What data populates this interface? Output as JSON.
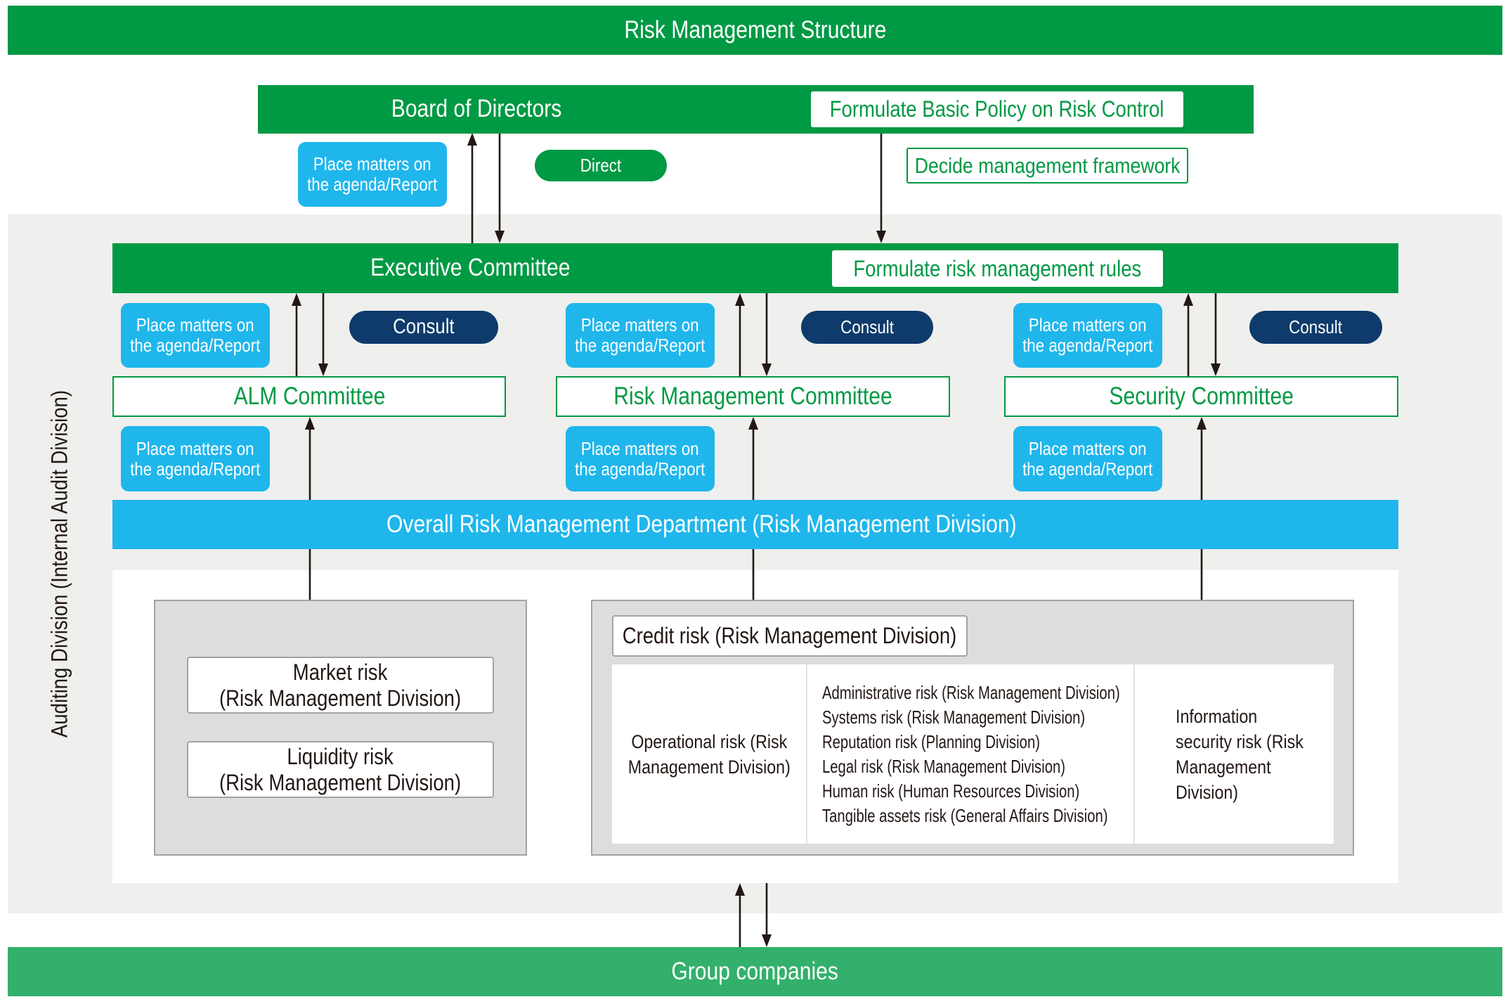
{
  "title": "Risk Management Structure",
  "board": {
    "label": "Board of Directors",
    "policy": "Formulate Basic Policy on Risk Control",
    "report": "Place matters on\nthe agenda/Report",
    "direct": "Direct",
    "framework": "Decide management framework"
  },
  "executive": {
    "label": "Executive Committee",
    "rules": "Formulate risk management rules"
  },
  "committees": [
    {
      "name": "ALM Committee",
      "report_to_executive": "Place matters on\nthe agenda/Report",
      "consult": "Consult",
      "report_from_department": "Place matters on\nthe agenda/Report"
    },
    {
      "name": "Risk Management Committee",
      "report_to_executive": "Place matters on\nthe agenda/Report",
      "consult": "Consult",
      "report_from_department": "Place matters on\nthe agenda/Report"
    },
    {
      "name": "Security Committee",
      "report_to_executive": "Place matters on\nthe agenda/Report",
      "consult": "Consult",
      "report_from_department": "Place matters on\nthe agenda/Report"
    }
  ],
  "overall_department": "Overall Risk Management Department (Risk Management Division)",
  "market_liquidity": {
    "market": "Market risk\n(Risk Management Division)",
    "liquidity": "Liquidity risk\n(Risk Management Division)"
  },
  "credit_operational": {
    "credit": "Credit risk (Risk Management Division)",
    "operational": "Operational risk (Risk\nManagement Division)",
    "operational_breakdown": [
      "Administrative risk (Risk Management Division)",
      "Systems risk (Risk Management Division)",
      "Reputation risk (Planning Division)",
      "Legal risk (Risk Management Division)",
      "Human risk (Human Resources Division)",
      "Tangible assets risk (General Affairs Division)"
    ],
    "information_security": "Information\nsecurity risk (Risk\nManagement\nDivision)"
  },
  "auditing": "Auditing Division (Internal Audit Division)",
  "group_companies": "Group companies",
  "colors": {
    "green": "#009944",
    "light_green": "#33b06b",
    "cyan": "#1fb6ec",
    "navy": "#0e3b6b",
    "ink": "#231815",
    "arrow": "#231815",
    "panel_grey": "#dcdddd",
    "bg_grey": "#efefed"
  }
}
